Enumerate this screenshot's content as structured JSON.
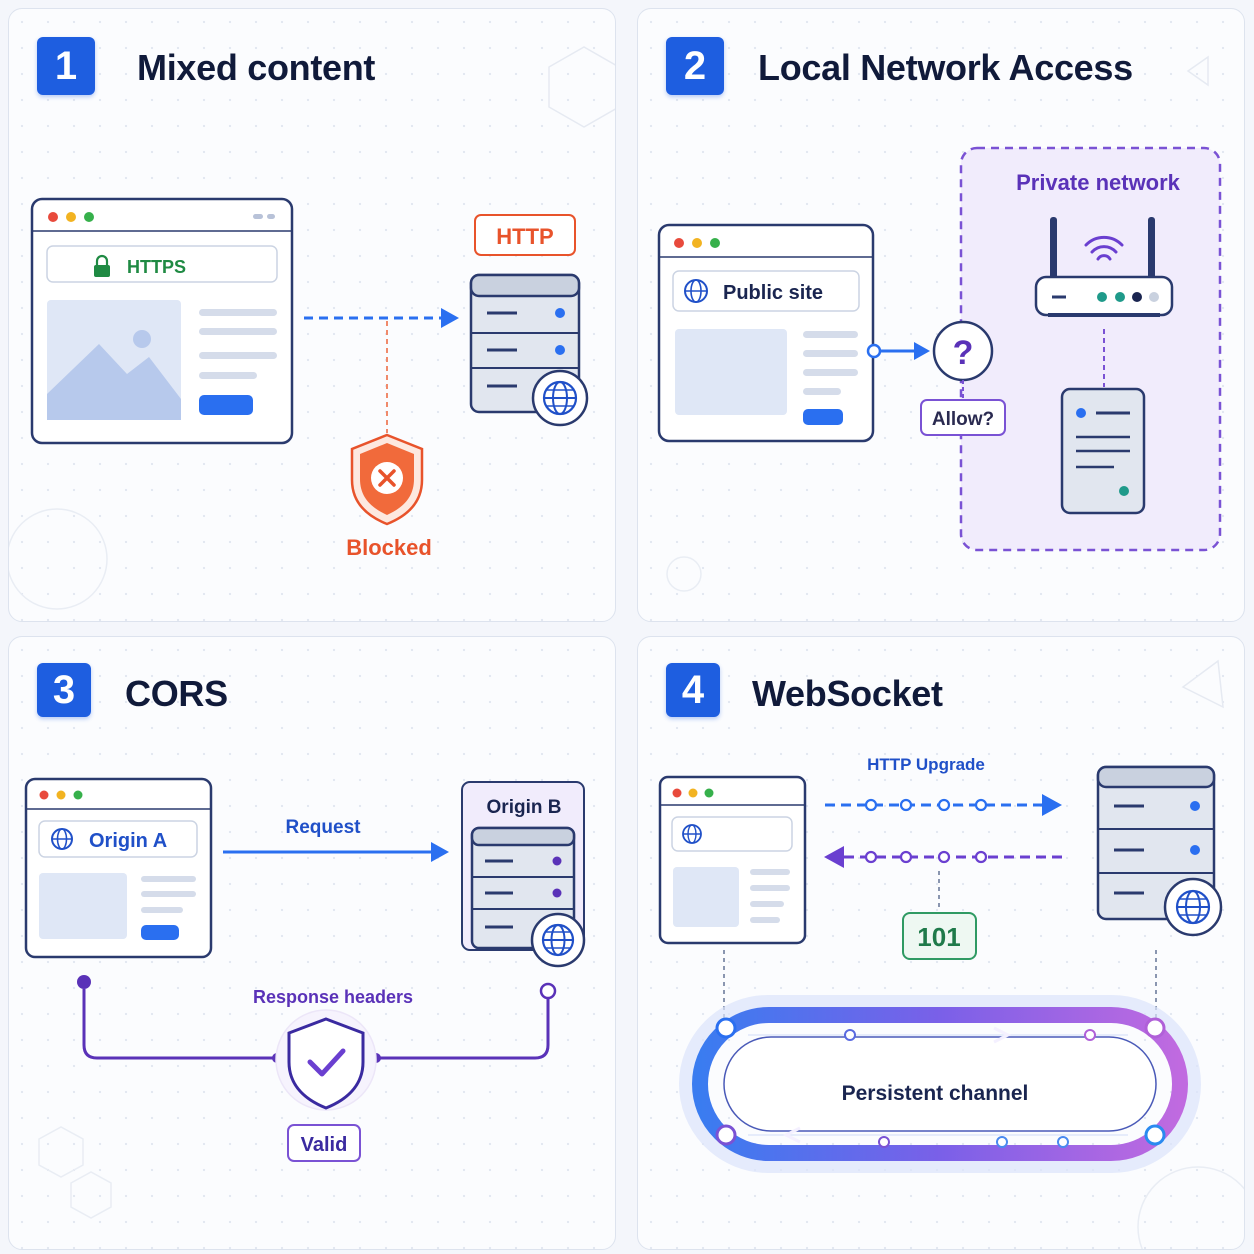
{
  "panels": [
    {
      "number": "1",
      "title": "Mixed content",
      "labels": {
        "https": "HTTPS",
        "http": "HTTP",
        "blocked": "Blocked"
      },
      "icons": [
        "lock-icon",
        "image-placeholder-icon",
        "server-icon",
        "globe-icon",
        "shield-x-icon"
      ]
    },
    {
      "number": "2",
      "title": "Local Network Access",
      "labels": {
        "public_site": "Public site",
        "question": "?",
        "allow": "Allow?",
        "private_network": "Private network"
      },
      "icons": [
        "globe-icon",
        "router-icon",
        "wifi-icon",
        "server-icon"
      ]
    },
    {
      "number": "3",
      "title": "CORS",
      "labels": {
        "origin_a": "Origin A",
        "origin_b": "Origin B",
        "request": "Request",
        "response_headers": "Response headers",
        "valid": "Valid"
      },
      "icons": [
        "globe-icon",
        "server-icon",
        "shield-check-icon"
      ]
    },
    {
      "number": "4",
      "title": "WebSocket",
      "labels": {
        "http_upgrade": "HTTP Upgrade",
        "status": "101",
        "persistent_channel": "Persistent channel"
      },
      "icons": [
        "globe-icon",
        "server-icon"
      ]
    }
  ],
  "colors": {
    "accent": "#1e5ee0",
    "blocked": "#e8532b",
    "purple": "#6a3fd0",
    "success": "#1f7a4a",
    "https_green": "#1f8a43"
  }
}
